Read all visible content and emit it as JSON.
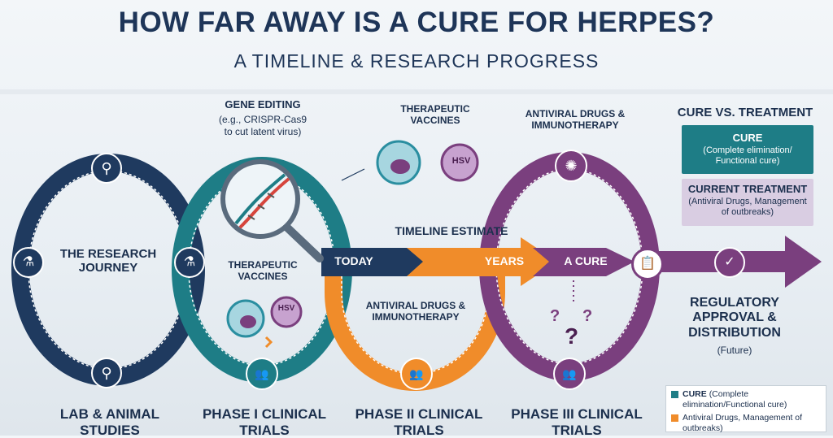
{
  "header": {
    "title": "HOW FAR AWAY IS A CURE FOR HERPES?",
    "subtitle": "A TIMELINE & RESEARCH PROGRESS"
  },
  "stages": {
    "research_journey": "THE RESEARCH JOURNEY",
    "lab_animal": "LAB & ANIMAL STUDIES",
    "phase1": "PHASE I CLINICAL TRIALS",
    "phase2": "PHASE II CLINICAL TRIALS",
    "phase3": "PHASE III CLINICAL TRIALS",
    "regulatory": "REGULATORY APPROVAL & DISTRIBUTION",
    "regulatory_note": "(Future)"
  },
  "annotations": {
    "gene_editing_title": "GENE EDITING",
    "gene_editing_desc_1": "(e.g., CRISPR-Cas9",
    "gene_editing_desc_2": "to cut latent virus)",
    "vaccines_top": "THERAPEUTIC VACCINES",
    "vaccines_inner": "THERAPEUTIC VACCINES",
    "antiviral_top": "ANTIVIRAL DRUGS & IMMUNOTHERAPY",
    "antiviral_inner": "ANTIVIRAL DRUGS & IMMUNOTHERAPY",
    "hsv_label": "HSV",
    "question_mark": "?"
  },
  "timeline": {
    "heading": "TIMELINE ESTIMATE",
    "today": "TODAY",
    "years": "YEARS",
    "cure": "A CURE"
  },
  "comparison": {
    "heading": "CURE VS. TREATMENT",
    "cure_title": "CURE",
    "cure_desc": "(Complete elimination/ Functional cure)",
    "treatment_title": "CURRENT TREATMENT",
    "treatment_desc": "(Antiviral Drugs, Management of outbreaks)"
  },
  "legend": {
    "item1_bold": "CURE",
    "item1_text": "(Complete elimination/Functional cure)",
    "item2_text": "Antiviral Drugs, Management of outbreaks)"
  },
  "colors": {
    "navy": "#1f3a5f",
    "teal": "#1e7d86",
    "orange": "#f08c2a",
    "purple": "#7a3f7e",
    "lavender": "#d9cde2"
  }
}
